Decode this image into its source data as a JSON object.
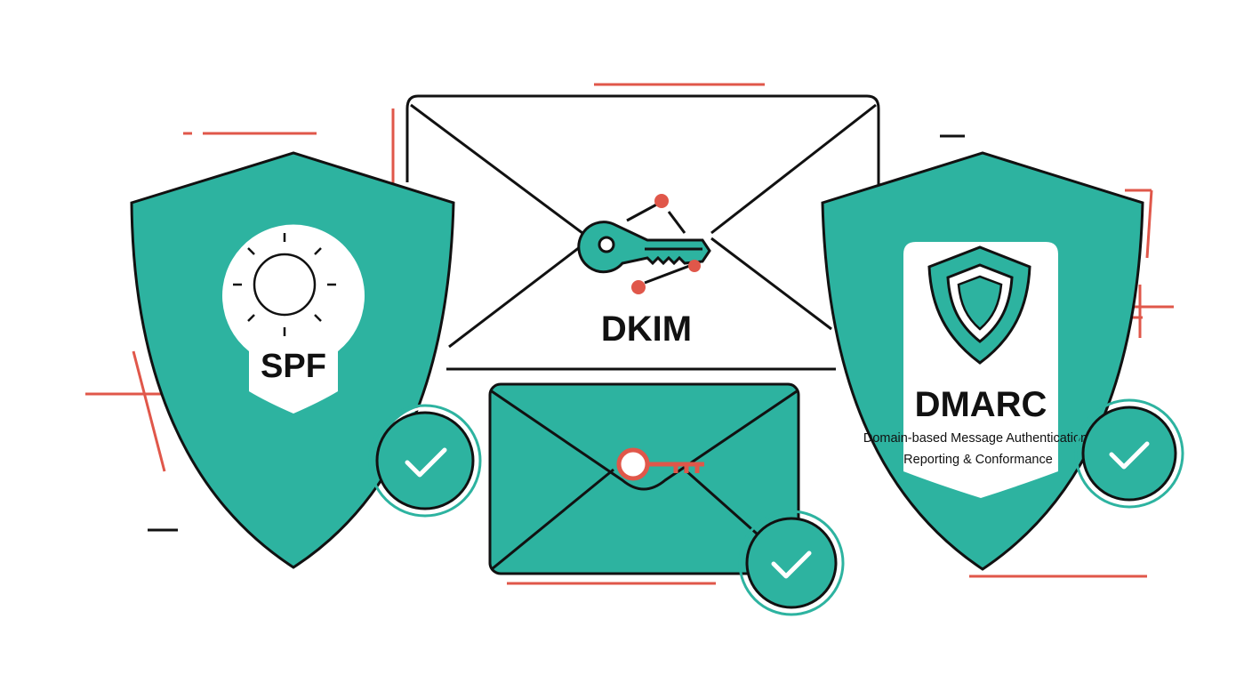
{
  "colors": {
    "teal": "#2db3a0",
    "accent_red": "#e0574a",
    "outline": "#111111",
    "background": "#ffffff"
  },
  "spf": {
    "label": "SPF",
    "icon": "sun-icon"
  },
  "dkim": {
    "label": "DKIM",
    "icon": "key-icon"
  },
  "dmarc": {
    "label": "DMARC",
    "subtitle_line1": "Domain-based Message Authentication",
    "subtitle_line2": "Reporting & Conformance",
    "icon": "shield-icon"
  },
  "badges": [
    "check-icon",
    "check-icon",
    "check-icon"
  ]
}
